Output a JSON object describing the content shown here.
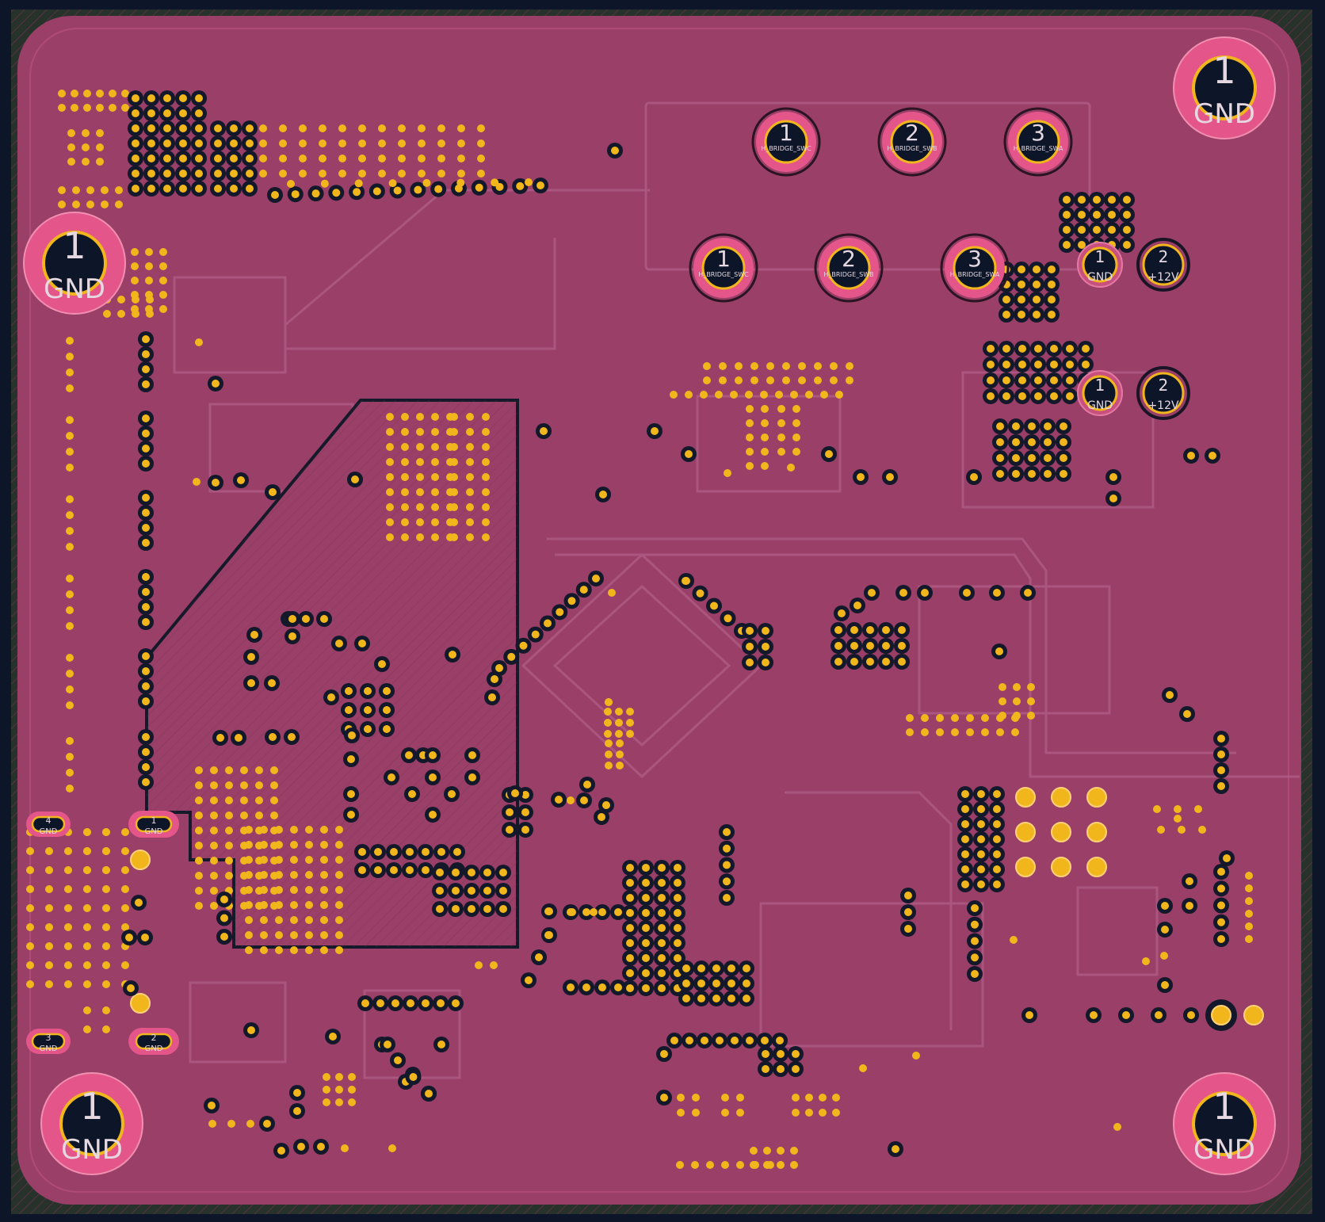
{
  "view": {
    "title": "PCB layout view - ground plane layer",
    "colors": {
      "background": "#0c1628",
      "board_edge": "#2c3a2a",
      "copper_plane": "#9a3f68",
      "pad_ring": "#e4568a",
      "via_ring": "#13182a",
      "via_drill": "#f2b61d",
      "text": "#e6d8e0",
      "silk_ghost": "#b86a90"
    }
  },
  "mounting_holes": [
    {
      "number": "1",
      "net": "GND"
    },
    {
      "number": "1",
      "net": "GND"
    },
    {
      "number": "1",
      "net": "GND"
    },
    {
      "number": "1",
      "net": "GND"
    }
  ],
  "connectors": {
    "hbridge_top": [
      {
        "number": "1",
        "net": "H_BRIDGE_SWC"
      },
      {
        "number": "2",
        "net": "H_BRIDGE_SWB"
      },
      {
        "number": "3",
        "net": "H_BRIDGE_SWA"
      }
    ],
    "hbridge_bottom": [
      {
        "number": "1",
        "net": "H_BRIDGE_SWC"
      },
      {
        "number": "2",
        "net": "H_BRIDGE_SWB"
      },
      {
        "number": "3",
        "net": "H_BRIDGE_SWA"
      }
    ],
    "power_1": [
      {
        "number": "1",
        "net": "GND"
      },
      {
        "number": "2",
        "net": "+12V"
      }
    ],
    "power_2": [
      {
        "number": "1",
        "net": "GND"
      },
      {
        "number": "2",
        "net": "+12V"
      }
    ],
    "oval_pads": [
      {
        "number": "4",
        "net": "GND"
      },
      {
        "number": "1",
        "net": "GND"
      },
      {
        "number": "3",
        "net": "GND"
      },
      {
        "number": "2",
        "net": "GND"
      }
    ]
  }
}
